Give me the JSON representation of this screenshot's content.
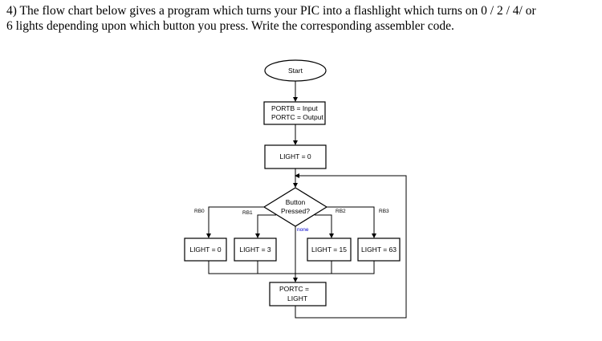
{
  "question": {
    "line1": "4) The flow chart below gives a program which turns your PIC into a flashlight which turns on 0 / 2 / 4/ or",
    "line2": "6 lights depending upon which button you press.  Write the corresponding assembler code."
  },
  "flowchart": {
    "start": "Start",
    "init_line1": "PORTB = Input",
    "init_line2": "PORTC = Output",
    "light_init": "LIGHT = 0",
    "decision_line1": "Button",
    "decision_line2": "Pressed?",
    "edge_rb0": "RB0",
    "edge_rb1": "RB1",
    "edge_rb2": "RB2",
    "edge_rb3": "RB3",
    "edge_none": "none",
    "light_rb0": "LIGHT = 0",
    "light_rb1": "LIGHT = 3",
    "light_rb2": "LIGHT = 15",
    "light_rb3": "LIGHT = 63",
    "output_line1": "PORTC =",
    "output_line2": "LIGHT"
  }
}
